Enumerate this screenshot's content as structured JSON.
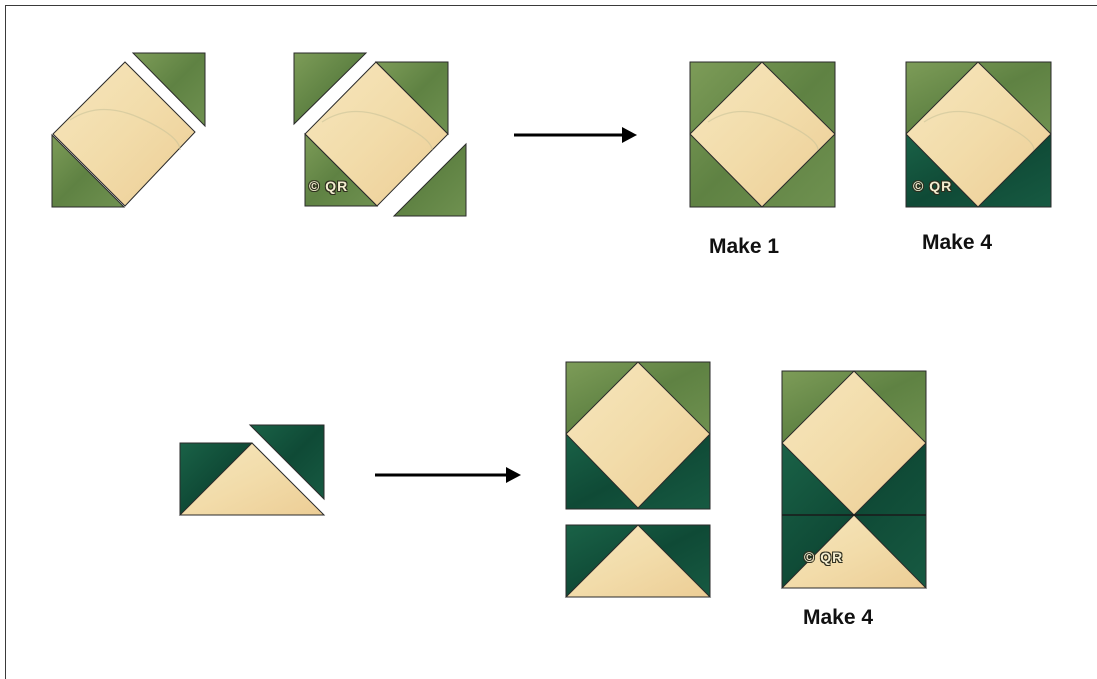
{
  "colors": {
    "cream_fabric": "#f2dcaa",
    "light_green_fabric": "#6d8f4c",
    "dark_green_fabric": "#13553e",
    "outline": "#1a1a1a",
    "arrow": "#000000"
  },
  "steps": {
    "step1": {
      "captions": {
        "result_a": "Make 1",
        "result_b": "Make 4"
      }
    },
    "step2": {
      "captions": {
        "result": "Make 4"
      }
    }
  },
  "watermark": "© QR",
  "icons": {
    "arrow": "arrow-right-icon"
  }
}
